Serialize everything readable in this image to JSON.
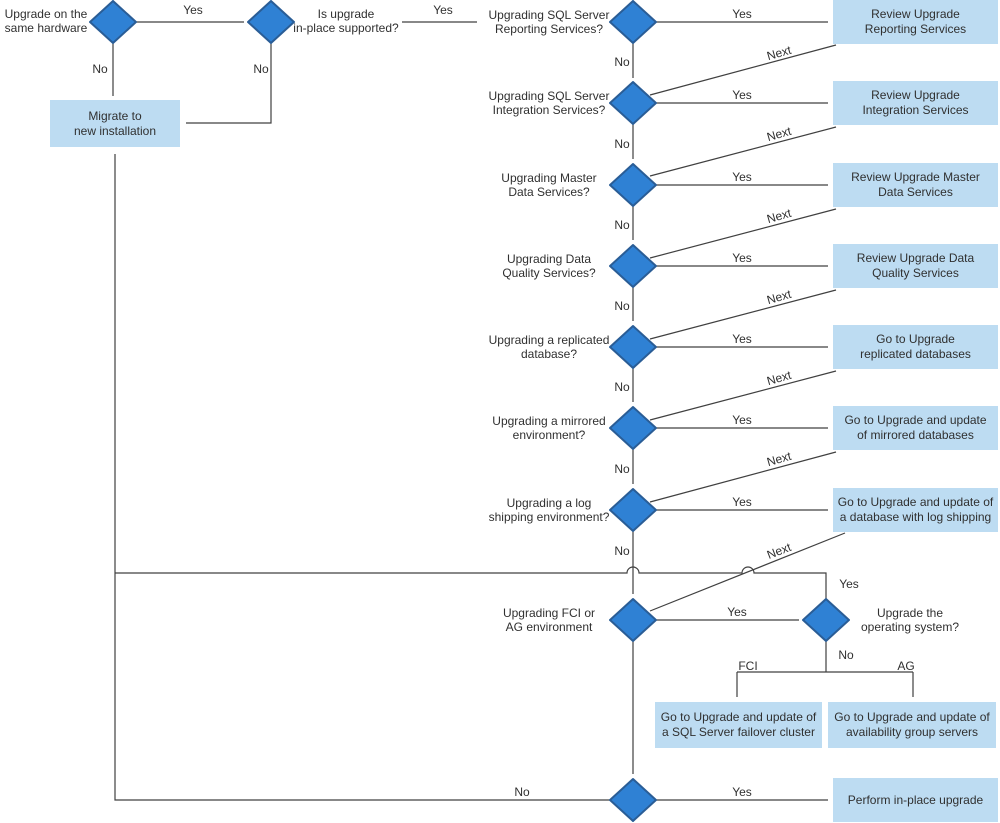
{
  "edge_labels": {
    "yes": "Yes",
    "no": "No",
    "next": "Next",
    "fci": "FCI",
    "ag": "AG"
  },
  "nodes": {
    "start_label": {
      "l1": "Upgrade on the",
      "l2": "same hardware"
    },
    "inplace_question": {
      "l1": "Is upgrade",
      "l2": "in-place supported?"
    },
    "migrate_box": {
      "l1": "Migrate to",
      "l2": "new installation"
    },
    "os_question": {
      "l1": "Upgrade the",
      "l2": "operating system?"
    },
    "fci_box": {
      "l1": "Go to Upgrade and update of",
      "l2": "a SQL Server failover cluster"
    },
    "ag_box": {
      "l1": "Go to Upgrade and update of",
      "l2": "availability group servers"
    },
    "perform_box": {
      "l1": "Perform in-place upgrade"
    }
  },
  "questions": [
    {
      "l1": "Upgrading SQL Server",
      "l2": "Reporting Services?"
    },
    {
      "l1": "Upgrading SQL Server",
      "l2": "Integration Services?"
    },
    {
      "l1": "Upgrading Master",
      "l2": "Data Services?"
    },
    {
      "l1": "Upgrading Data",
      "l2": "Quality Services?"
    },
    {
      "l1": "Upgrading a replicated",
      "l2": "database?"
    },
    {
      "l1": "Upgrading a mirrored",
      "l2": "environment?"
    },
    {
      "l1": "Upgrading a log",
      "l2": "shipping environment?"
    },
    {
      "l1": "Upgrading FCI or",
      "l2": "AG environment"
    }
  ],
  "results": [
    {
      "l1": "Review Upgrade",
      "l2": "Reporting Services"
    },
    {
      "l1": "Review Upgrade",
      "l2": "Integration Services"
    },
    {
      "l1": "Review Upgrade Master",
      "l2": "Data Services"
    },
    {
      "l1": "Review Upgrade Data",
      "l2": "Quality Services"
    },
    {
      "l1": "Go to Upgrade",
      "l2": "replicated databases"
    },
    {
      "l1": "Go to Upgrade and update",
      "l2": "of mirrored databases"
    },
    {
      "l1": "Go to Upgrade and update of",
      "l2": "a database with log shipping"
    }
  ],
  "colors": {
    "diamond_fill": "#2F81D4",
    "diamond_stroke": "#2A5D96",
    "box_fill": "#BDDCF2",
    "line": "#404040",
    "text": "#303030"
  }
}
